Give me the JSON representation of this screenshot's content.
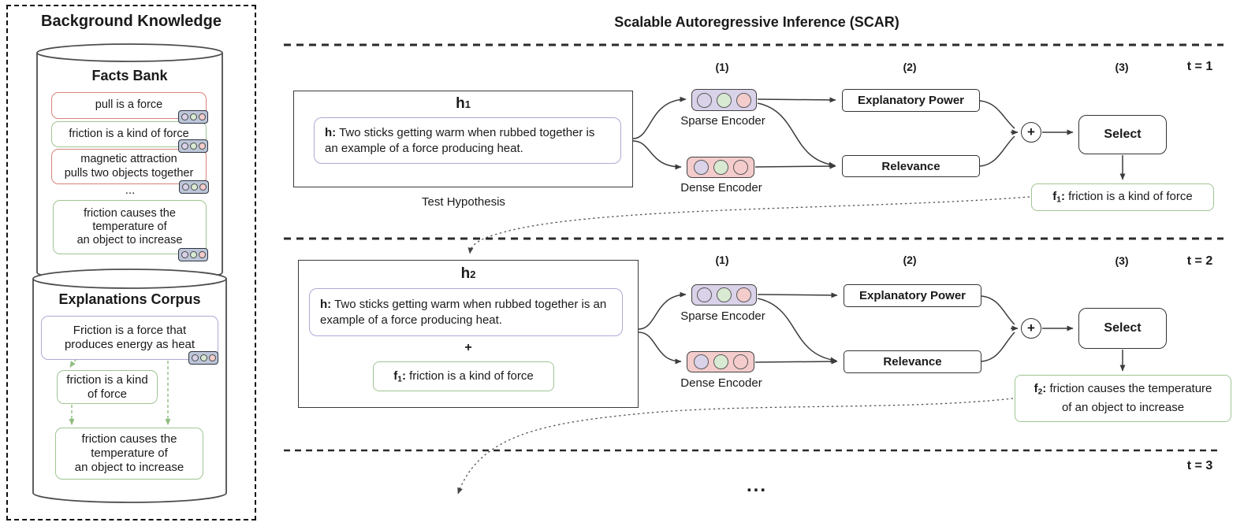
{
  "colors": {
    "purple_fill": "#d9d2e9",
    "green_fill": "#d9ead3",
    "pink_fill": "#f4cccc",
    "purple_border": "#b4a7d6",
    "green_border": "#a0c493",
    "red_border": "#d78378",
    "chip_bg": "#bcc6d8"
  },
  "icons": {
    "embedding_chip": "three-circle embedding vector",
    "sparse_encoder_pill": "three-circle encoder",
    "dense_encoder_pill": "three-circle encoder"
  },
  "left_panel": {
    "title": "Background Knowledge",
    "facts_bank": {
      "title": "Facts Bank",
      "ellipsis": "...",
      "facts": [
        {
          "text": "pull is a force",
          "border": "red"
        },
        {
          "text": "friction is a kind of force",
          "border": "green"
        },
        {
          "text": "magnetic attraction\npulls two objects together",
          "border": "red"
        },
        {
          "text": "friction causes the\ntemperature of\nan object to increase",
          "border": "green"
        }
      ]
    },
    "explanations_corpus": {
      "title": "Explanations Corpus",
      "nodes": [
        {
          "text": "Friction is a force that\nproduces energy as heat",
          "border": "purple"
        },
        {
          "text": "friction is a kind\nof force",
          "border": "green"
        },
        {
          "text": "friction causes the\ntemperature of\nan object to increase",
          "border": "green"
        }
      ]
    }
  },
  "main": {
    "title": "Scalable Autoregressive Inference (SCAR)",
    "rows": [
      {
        "step1": "(1)",
        "step2": "(2)",
        "step3": "(3)",
        "time_label": "t = 1",
        "h_name": "h",
        "h_sub": "1",
        "h_prefix": "h:",
        "h_text": " Two sticks getting warm when rubbed together is an example of a force producing heat.",
        "caption": "Test Hypothesis",
        "sparse_label": "Sparse Encoder",
        "dense_label": "Dense Encoder",
        "explanatory_label": "Explanatory Power",
        "relevance_label": "Relevance",
        "plus_label": "+",
        "select_label": "Select",
        "f_name": "f",
        "f_sub": "1",
        "f_colon": ":",
        "f_text": " friction is a kind of force"
      },
      {
        "step1": "(1)",
        "step2": "(2)",
        "step3": "(3)",
        "time_label": "t = 2",
        "h_name": "h",
        "h_sub": "2",
        "h_prefix": "h:",
        "h_text": " Two sticks getting warm when rubbed together is an example of a force producing heat.",
        "plus_divider": "+",
        "prev_f_name": "f",
        "prev_f_sub": "1",
        "prev_f_colon": ":",
        "prev_f_text": " friction is a kind of force",
        "sparse_label": "Sparse Encoder",
        "dense_label": "Dense Encoder",
        "explanatory_label": "Explanatory Power",
        "relevance_label": "Relevance",
        "plus_label": "+",
        "select_label": "Select",
        "f_name": "f",
        "f_sub": "2",
        "f_colon": ":",
        "f_text": " friction causes the temperature\nof an object to increase"
      },
      {
        "time_label": "t = 3",
        "ellipsis": "..."
      }
    ]
  }
}
